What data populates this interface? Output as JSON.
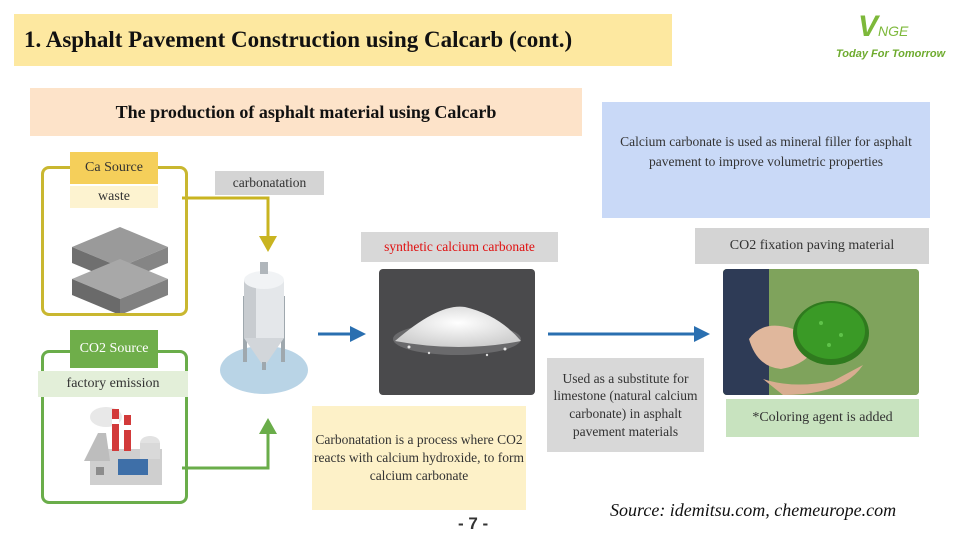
{
  "header": {
    "title": "1. Asphalt Pavement Construction using Calcarb (cont.)"
  },
  "logo": {
    "mark_v": "V",
    "mark_rest": "NGE",
    "tagline": "Today For Tomorrow"
  },
  "subtitle": "The production of asphalt material using Calcarb",
  "info": "Calcium carbonate is used as mineral filler for asphalt pavement to improve volumetric properties",
  "ca_source": {
    "title": "Ca Source",
    "label": "waste"
  },
  "co2_source": {
    "title": "CO2 Source",
    "label": "factory emission"
  },
  "carbonatation_label": "carbonatation",
  "synthetic_label": "synthetic calcium carbonate",
  "fixation_label": "CO2 fixation paving material",
  "usage_label": "Used as a substitute for limestone (natural calcium carbonate) in asphalt pavement materials",
  "coloring_label": "*Coloring agent is added",
  "carbonatation_note": "Carbonatation is a process where CO2 reacts with calcium hydroxide, to form calcium carbonate",
  "source": "Source: idemitsu.com, chemeurope.com",
  "page_number": "- 7 -",
  "colors": {
    "title_bg": "#fde8a0",
    "ca_border": "#c9b730",
    "co2_border": "#6aad4a",
    "arrow_blue": "#2a6fb0",
    "arrow_yellow": "#c9b420",
    "arrow_green": "#6aad4a"
  },
  "icons": [
    "waste-blocks-icon",
    "factory-icon",
    "reactor-tank-icon",
    "calcium-powder-photo",
    "green-pavement-photo"
  ]
}
